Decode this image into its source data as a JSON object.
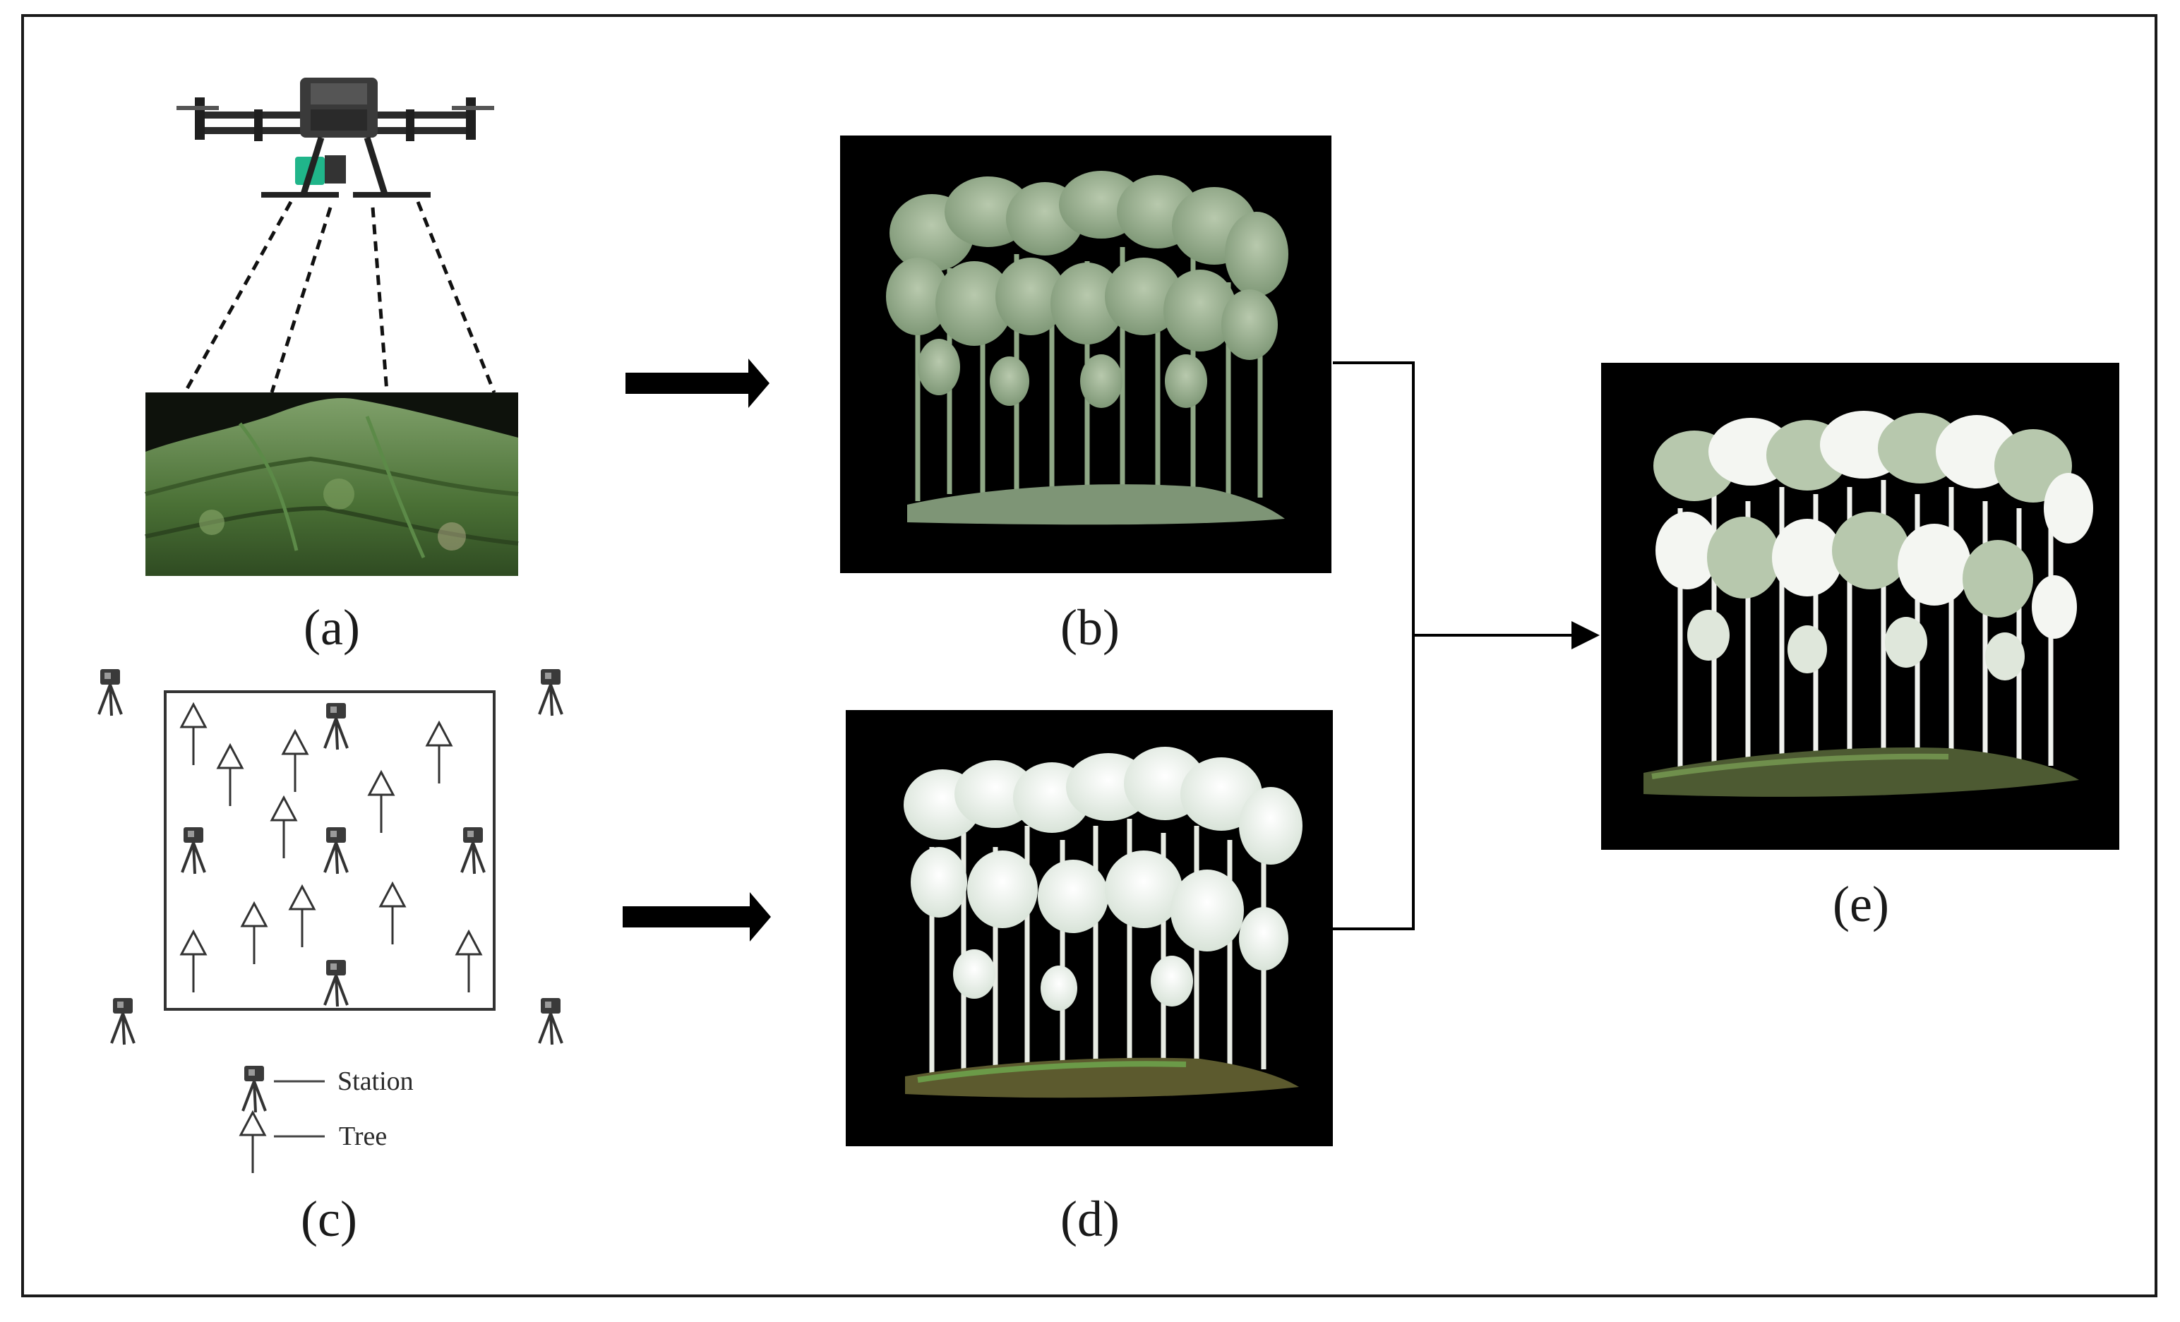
{
  "captions": {
    "a": "(a)",
    "b": "(b)",
    "c": "(c)",
    "d": "(d)",
    "e": "(e)"
  },
  "legend": {
    "station": "Station",
    "tree": "Tree"
  },
  "colors": {
    "frame": "#1a1a1a",
    "panel_bg": "#000000",
    "canopy_uav": "#8fa886",
    "canopy_tls": "#f2f4f0",
    "terrain": "#4f7a3c",
    "ground": "#6a6a3c",
    "arrow": "#000000"
  }
}
